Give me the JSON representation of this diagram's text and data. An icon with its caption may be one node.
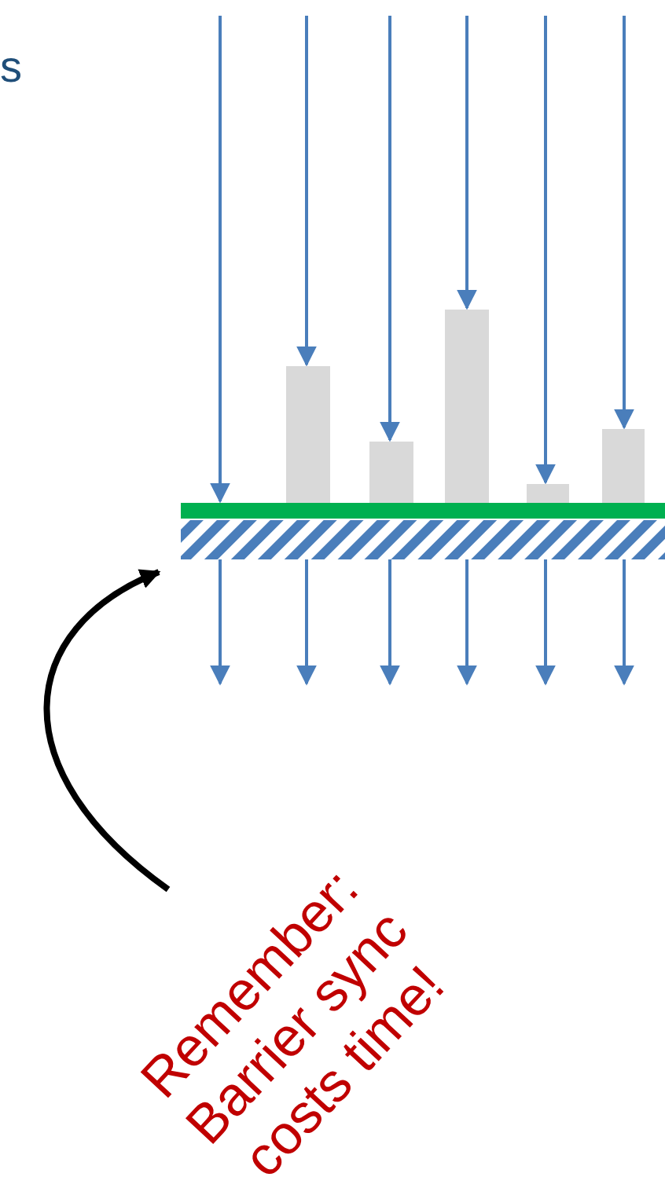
{
  "diagram": {
    "nodes": [
      {
        "text": [],
        "shape": "bar"
      },
      {
        "text": [],
        "shape": "bar"
      },
      {
        "text": [],
        "shape": "bar"
      },
      {
        "text": [],
        "shape": "bar"
      },
      {
        "text": [],
        "shape": "bar"
      },
      {
        "text": [],
        "shape": "bar"
      },
      {
        "text": [
          "Remember: Barrier sync costs time!"
        ]
      }
    ],
    "edges": [
      {
        "from": null,
        "to": 0,
        "arrow": "to"
      },
      {
        "from": null,
        "to": 1,
        "arrow": "to"
      },
      {
        "from": null,
        "to": 2,
        "arrow": "to"
      },
      {
        "from": null,
        "to": 3,
        "arrow": "to"
      },
      {
        "from": null,
        "to": 4,
        "arrow": "to"
      },
      {
        "from": null,
        "to": 5,
        "arrow": "to"
      },
      {
        "from": 0,
        "to": null,
        "arrow": "to"
      },
      {
        "from": 0,
        "to": null,
        "arrow": "to"
      },
      {
        "from": 0,
        "to": null,
        "arrow": "to"
      },
      {
        "from": 0,
        "to": null,
        "arrow": "to"
      },
      {
        "from": 0,
        "to": null,
        "arrow": "to"
      },
      {
        "from": 0,
        "to": null,
        "arrow": "to"
      },
      {
        "from": 6,
        "to": 0,
        "arrow": "to",
        "color": "#000000",
        "style": "thick"
      }
    ],
    "labels": [
      "s"
    ]
  }
}
